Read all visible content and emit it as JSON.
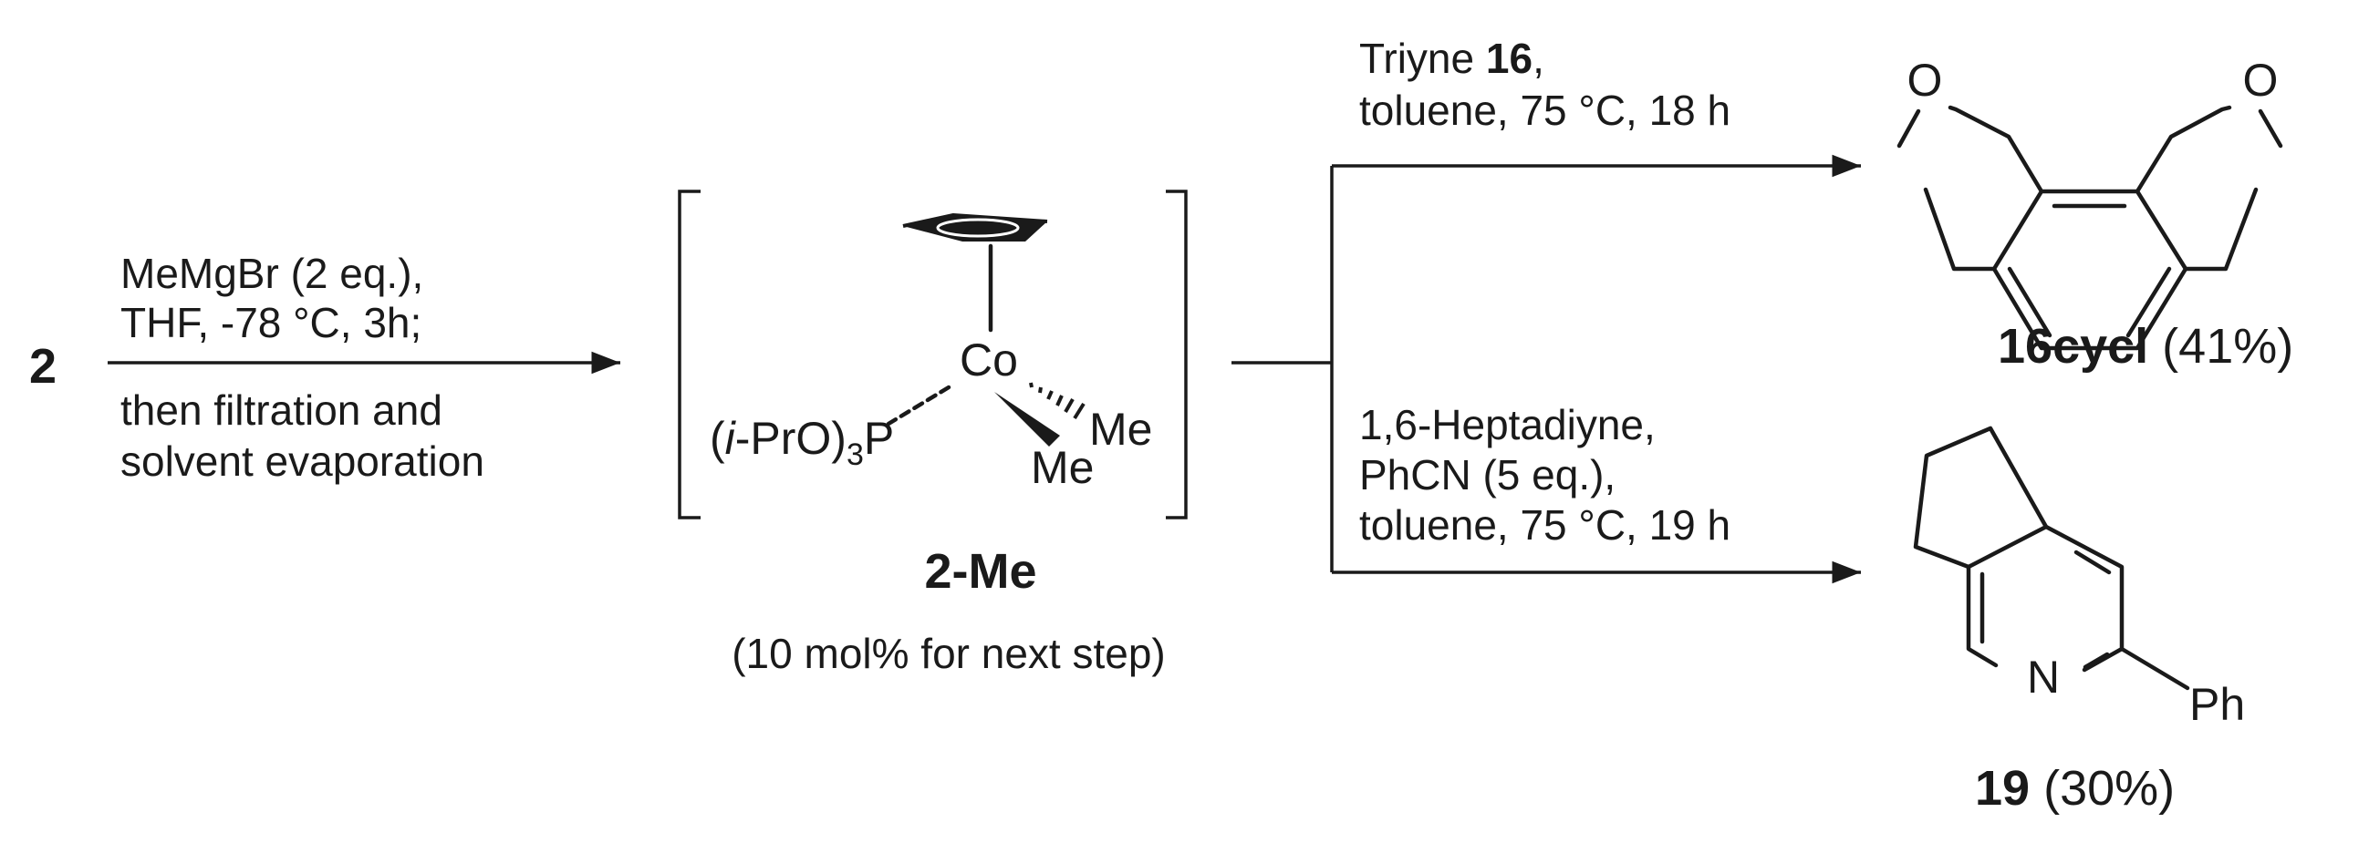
{
  "starting_material": "2",
  "step1": {
    "line1": "MeMgBr (2 eq.),",
    "line2": "THF, -78 °C, 3h;",
    "line3": "then filtration and",
    "line4": "solvent evaporation"
  },
  "intermediate": {
    "metal": "Co",
    "phosphite_prefix": "(",
    "phosphite_italic": "i",
    "phosphite_mid": "-PrO)",
    "phosphite_sub": "3",
    "phosphite_end": "P",
    "methyl_a": "Me",
    "methyl_b": "Me",
    "label": "2-Me",
    "note": "(10 mol% for next step)"
  },
  "upper_branch": {
    "line1_prefix": "Triyne ",
    "line1_bold": "16",
    "line1_suffix": ",",
    "line2": "toluene, 75 °C, 18 h",
    "product_label_bold": "16cycl",
    "product_yield": " (41%)",
    "oxygen_left": "O",
    "oxygen_right": "O"
  },
  "lower_branch": {
    "line1": "1,6-Heptadiyne,",
    "line2": "PhCN (5 eq.),",
    "line3": "toluene, 75 °C, 19 h",
    "product_label_bold": "19",
    "product_yield": " (30%)",
    "nitrogen": "N",
    "phenyl": "Ph"
  }
}
